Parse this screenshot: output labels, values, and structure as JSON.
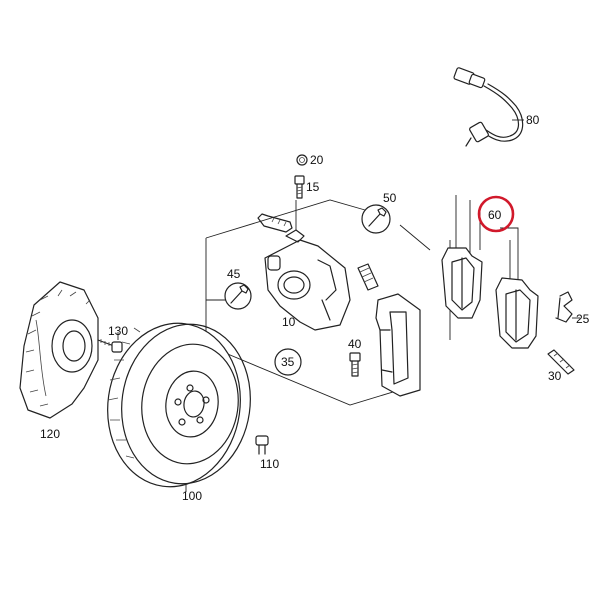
{
  "callouts": [
    {
      "id": "80",
      "label": "80"
    },
    {
      "id": "20",
      "label": "20"
    },
    {
      "id": "15",
      "label": "15"
    },
    {
      "id": "50",
      "label": "50"
    },
    {
      "id": "60",
      "label": "60",
      "highlighted": true
    },
    {
      "id": "45",
      "label": "45"
    },
    {
      "id": "10",
      "label": "10"
    },
    {
      "id": "130",
      "label": "130"
    },
    {
      "id": "35",
      "label": "35"
    },
    {
      "id": "40",
      "label": "40"
    },
    {
      "id": "25",
      "label": "25"
    },
    {
      "id": "30",
      "label": "30"
    },
    {
      "id": "120",
      "label": "120"
    },
    {
      "id": "110",
      "label": "110"
    },
    {
      "id": "100",
      "label": "100"
    }
  ],
  "colors": {
    "line": "#222222",
    "highlight": "#d1192b",
    "background": "#ffffff"
  }
}
